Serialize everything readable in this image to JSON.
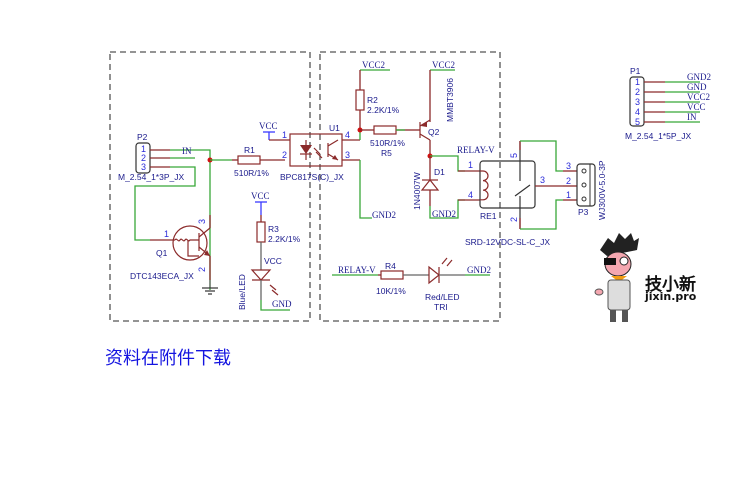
{
  "note": "资料在附件下载",
  "logo": {
    "title": "技小新",
    "url": "jixin.pro"
  },
  "colors": {
    "wire": "#38a838",
    "pin": "#8b2a2a",
    "label": "#1a1a8c",
    "pin_number": "#2b2bd9",
    "junction": "#d01010",
    "note": "#1414e0"
  },
  "components": {
    "p2": {
      "ref": "P2",
      "value": "M_2.54_1*3P_JX",
      "pins": [
        "1",
        "2",
        "3"
      ]
    },
    "q1": {
      "ref": "Q1",
      "value": "DTC143ECA_JX",
      "pins": [
        "1",
        "2",
        "3"
      ]
    },
    "r1": {
      "ref": "R1",
      "value": "510R/1%"
    },
    "r3": {
      "ref": "R3",
      "value": "2.2K/1%"
    },
    "blue_led": {
      "value": "Blue/LED"
    },
    "u1": {
      "ref": "U1",
      "value": "BPC817S(C)_JX",
      "pins": [
        "1",
        "2",
        "3",
        "4"
      ]
    },
    "r2": {
      "ref": "R2",
      "value": "2.2K/1%"
    },
    "r5": {
      "ref": "R5",
      "value": "510R/1%"
    },
    "q2": {
      "ref": "Q2",
      "value": "MMBT3906"
    },
    "d1": {
      "ref": "D1",
      "value": "1N4007W"
    },
    "re1": {
      "ref": "RE1",
      "value": "SRD-12VDC-SL-C_JX",
      "pins": [
        "1",
        "4",
        "5",
        "3",
        "2"
      ]
    },
    "p3": {
      "ref": "P3",
      "value": "WJ300V-5.0-3P",
      "pins": [
        "3",
        "2",
        "1"
      ]
    },
    "r4": {
      "ref": "R4",
      "value": "10K/1%"
    },
    "red_led": {
      "value": "Red/LED",
      "ref": "TRI"
    },
    "p1": {
      "ref": "P1",
      "value": "M_2.54_1*5P_JX",
      "pins": [
        "1",
        "2",
        "3",
        "4",
        "5"
      ],
      "nets": [
        "GND2",
        "GND",
        "VCC2",
        "VCC",
        "IN"
      ]
    }
  },
  "nets": {
    "in": "IN",
    "vcc": "VCC",
    "vcc2": "VCC2",
    "gnd": "GND",
    "gnd2": "GND2",
    "relay_v": "RELAY-V"
  }
}
